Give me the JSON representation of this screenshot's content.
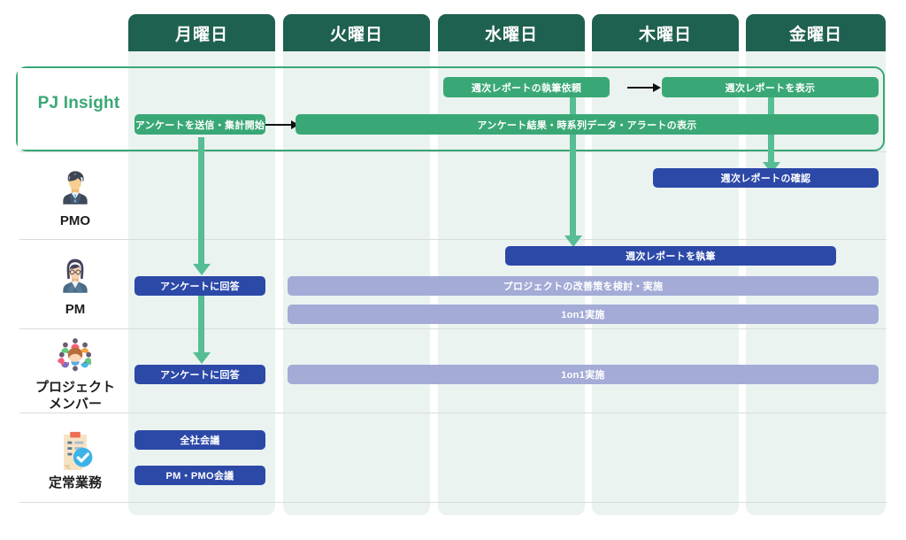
{
  "meta": {
    "title": "PJ Insight 週次運用フロー",
    "colors": {
      "header_green": "#1f6150",
      "brand_green": "#3aa876",
      "arrow_green": "#56bd94",
      "column_bg": "#eaf3f0",
      "blue": "#2c49a8",
      "light_blue": "#a3abd6",
      "arrow_black": "#111111"
    }
  },
  "columns": [
    {
      "id": "mon",
      "label": "月曜日"
    },
    {
      "id": "tue",
      "label": "火曜日"
    },
    {
      "id": "wed",
      "label": "水曜日"
    },
    {
      "id": "thu",
      "label": "木曜日"
    },
    {
      "id": "fri",
      "label": "金曜日"
    }
  ],
  "lanes": [
    {
      "id": "pj-insight",
      "label": "PJ Insight",
      "icon": "none"
    },
    {
      "id": "pmo",
      "label": "PMO",
      "icon": "businessman-avatar-icon"
    },
    {
      "id": "pm",
      "label": "PM",
      "icon": "businesswoman-avatar-icon"
    },
    {
      "id": "members",
      "label": "プロジェクト\nメンバー",
      "icon": "people-group-icon"
    },
    {
      "id": "routine",
      "label": "定常業務",
      "icon": "clipboard-check-icon"
    }
  ],
  "bars": [
    {
      "id": "b1",
      "lane": "pj-insight",
      "label": "週次レポートの執筆依頼",
      "color": "green"
    },
    {
      "id": "b2",
      "lane": "pj-insight",
      "label": "週次レポートを表示",
      "color": "green"
    },
    {
      "id": "b3",
      "lane": "pj-insight",
      "label": "アンケートを送信・集計開始",
      "color": "green"
    },
    {
      "id": "b4",
      "lane": "pj-insight",
      "label": "アンケート結果・時系列データ・アラートの表示",
      "color": "green"
    },
    {
      "id": "b5",
      "lane": "pmo",
      "label": "週次レポートの確認",
      "color": "blue"
    },
    {
      "id": "b6",
      "lane": "pm",
      "label": "週次レポートを執筆",
      "color": "blue"
    },
    {
      "id": "b7",
      "lane": "pm",
      "label": "アンケートに回答",
      "color": "blue"
    },
    {
      "id": "b8",
      "lane": "pm",
      "label": "プロジェクトの改善策を検討・実施",
      "color": "lblue"
    },
    {
      "id": "b9",
      "lane": "pm",
      "label": "1on1実施",
      "color": "lblue"
    },
    {
      "id": "b10",
      "lane": "members",
      "label": "アンケートに回答",
      "color": "blue"
    },
    {
      "id": "b11",
      "lane": "members",
      "label": "1on1実施",
      "color": "lblue"
    },
    {
      "id": "b12",
      "lane": "routine",
      "label": "全社会議",
      "color": "blue"
    },
    {
      "id": "b13",
      "lane": "routine",
      "label": "PM・PMO会議",
      "color": "blue"
    }
  ]
}
